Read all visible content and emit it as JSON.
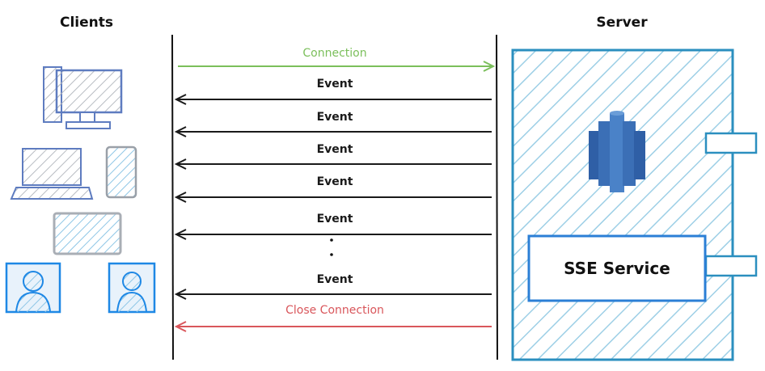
{
  "headers": {
    "clients": "Clients",
    "server": "Server"
  },
  "messages": [
    {
      "label": "Connection",
      "direction": "to-server",
      "color": "#7bbf5b"
    },
    {
      "label": "Event",
      "direction": "to-client",
      "color": "#1a1a1a"
    },
    {
      "label": "Event",
      "direction": "to-client",
      "color": "#1a1a1a"
    },
    {
      "label": "Event",
      "direction": "to-client",
      "color": "#1a1a1a"
    },
    {
      "label": "Event",
      "direction": "to-client",
      "color": "#1a1a1a"
    },
    {
      "label": "Event",
      "direction": "to-client",
      "color": "#1a1a1a"
    },
    {
      "label": "Event",
      "direction": "to-client",
      "color": "#1a1a1a"
    },
    {
      "label": "Close Connection",
      "direction": "to-client",
      "color": "#d9565b"
    }
  ],
  "continuation": "·\n·",
  "server": {
    "service_label": "SSE Service",
    "database_icon": "database-cylinders-icon"
  },
  "clients": [
    {
      "icon": "desktop-computer-icon"
    },
    {
      "icon": "laptop-icon"
    },
    {
      "icon": "smartphone-icon"
    },
    {
      "icon": "tablet-icon"
    },
    {
      "icon": "user-avatar-icon"
    },
    {
      "icon": "user-avatar-icon"
    }
  ],
  "colors": {
    "server_stroke": "#2b8fbf",
    "server_hatch": "#9dcfe6",
    "service_stroke": "#2b7fd6",
    "db_blue": "#3b6fb6",
    "client_gray": "#9aa0a8",
    "client_blue": "#5e7cc0",
    "avatar_blue": "#1e88e5"
  }
}
